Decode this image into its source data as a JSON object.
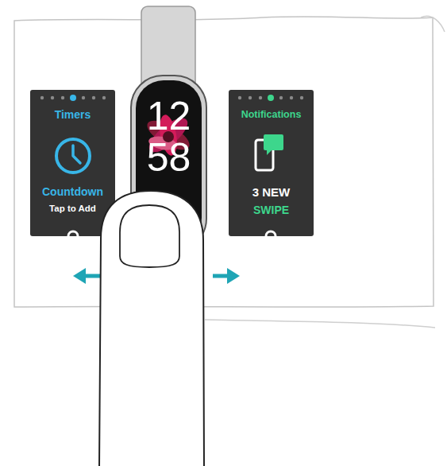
{
  "diagram": {
    "nodes": [
      {
        "text": [
          "Timers",
          "Countdown",
          "Tap to Add"
        ]
      },
      {
        "text": [
          "12",
          "58"
        ]
      },
      {
        "text": [
          "Notifications",
          "3 NEW",
          "SWIPE"
        ]
      }
    ]
  }
}
